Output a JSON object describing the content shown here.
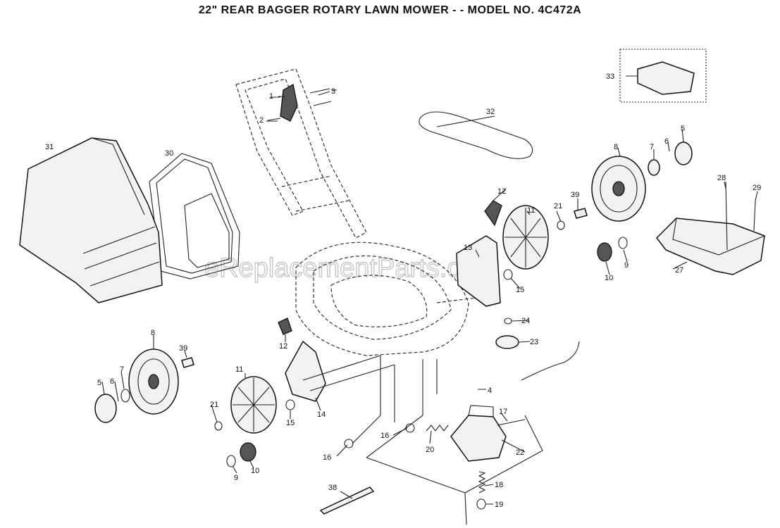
{
  "title": "22\" REAR BAGGER ROTARY LAWN MOWER - - MODEL NO. 4C472A",
  "watermark": "eReplacementParts.com",
  "callouts": {
    "c1": "1",
    "c2": "2",
    "c3": "3",
    "c4": "4",
    "c5a": "5",
    "c5b": "5",
    "c6a": "6",
    "c6b": "6",
    "c7a": "7",
    "c7b": "7",
    "c8a": "8",
    "c8b": "8",
    "c9a": "9",
    "c9b": "9",
    "c10a": "10",
    "c10b": "10",
    "c11a": "11",
    "c11b": "11",
    "c12a": "12",
    "c12b": "12",
    "c13": "13",
    "c14": "14",
    "c15a": "15",
    "c15b": "15",
    "c16a": "16",
    "c16b": "16",
    "c17": "17",
    "c18": "18",
    "c19": "19",
    "c20": "20",
    "c21a": "21",
    "c21b": "21",
    "c22": "22",
    "c23": "23",
    "c24": "24",
    "c27": "27",
    "c28": "28",
    "c29": "29",
    "c30": "30",
    "c31": "31",
    "c32": "32",
    "c33": "33",
    "c38": "38",
    "c39a": "39",
    "c39b": "39"
  }
}
